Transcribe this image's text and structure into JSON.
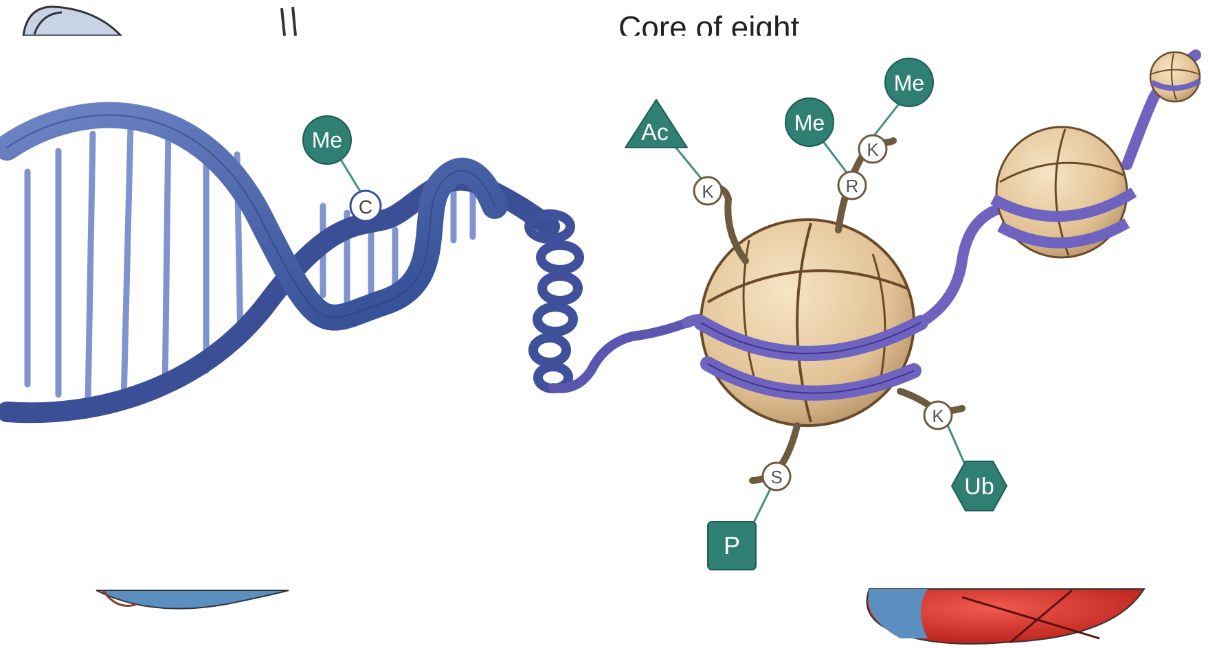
{
  "header_fragment": "Core of eight",
  "modifications": {
    "dna_methyl": {
      "tag": "Me",
      "residue": "C"
    },
    "acetyl": {
      "tag": "Ac",
      "residue": "K"
    },
    "methyl_arginine": {
      "tag": "Me",
      "residue": "R"
    },
    "methyl_lysine": {
      "tag": "Me",
      "residue": "K"
    },
    "ubiquitin": {
      "tag": "Ub",
      "residue": "K"
    },
    "phospho": {
      "tag": "P",
      "residue": "S"
    }
  },
  "colors": {
    "dna": "#4a63a6",
    "dna_dark": "#2c3f7c",
    "linker": "#6f63c0",
    "histone": "#e9cfa6",
    "histone_line": "#6b4a2a",
    "tag": "#2f7f73",
    "tail": "#6e5a3e",
    "red_blob": "#d9302a",
    "blue_blob": "#5a8fbf"
  }
}
